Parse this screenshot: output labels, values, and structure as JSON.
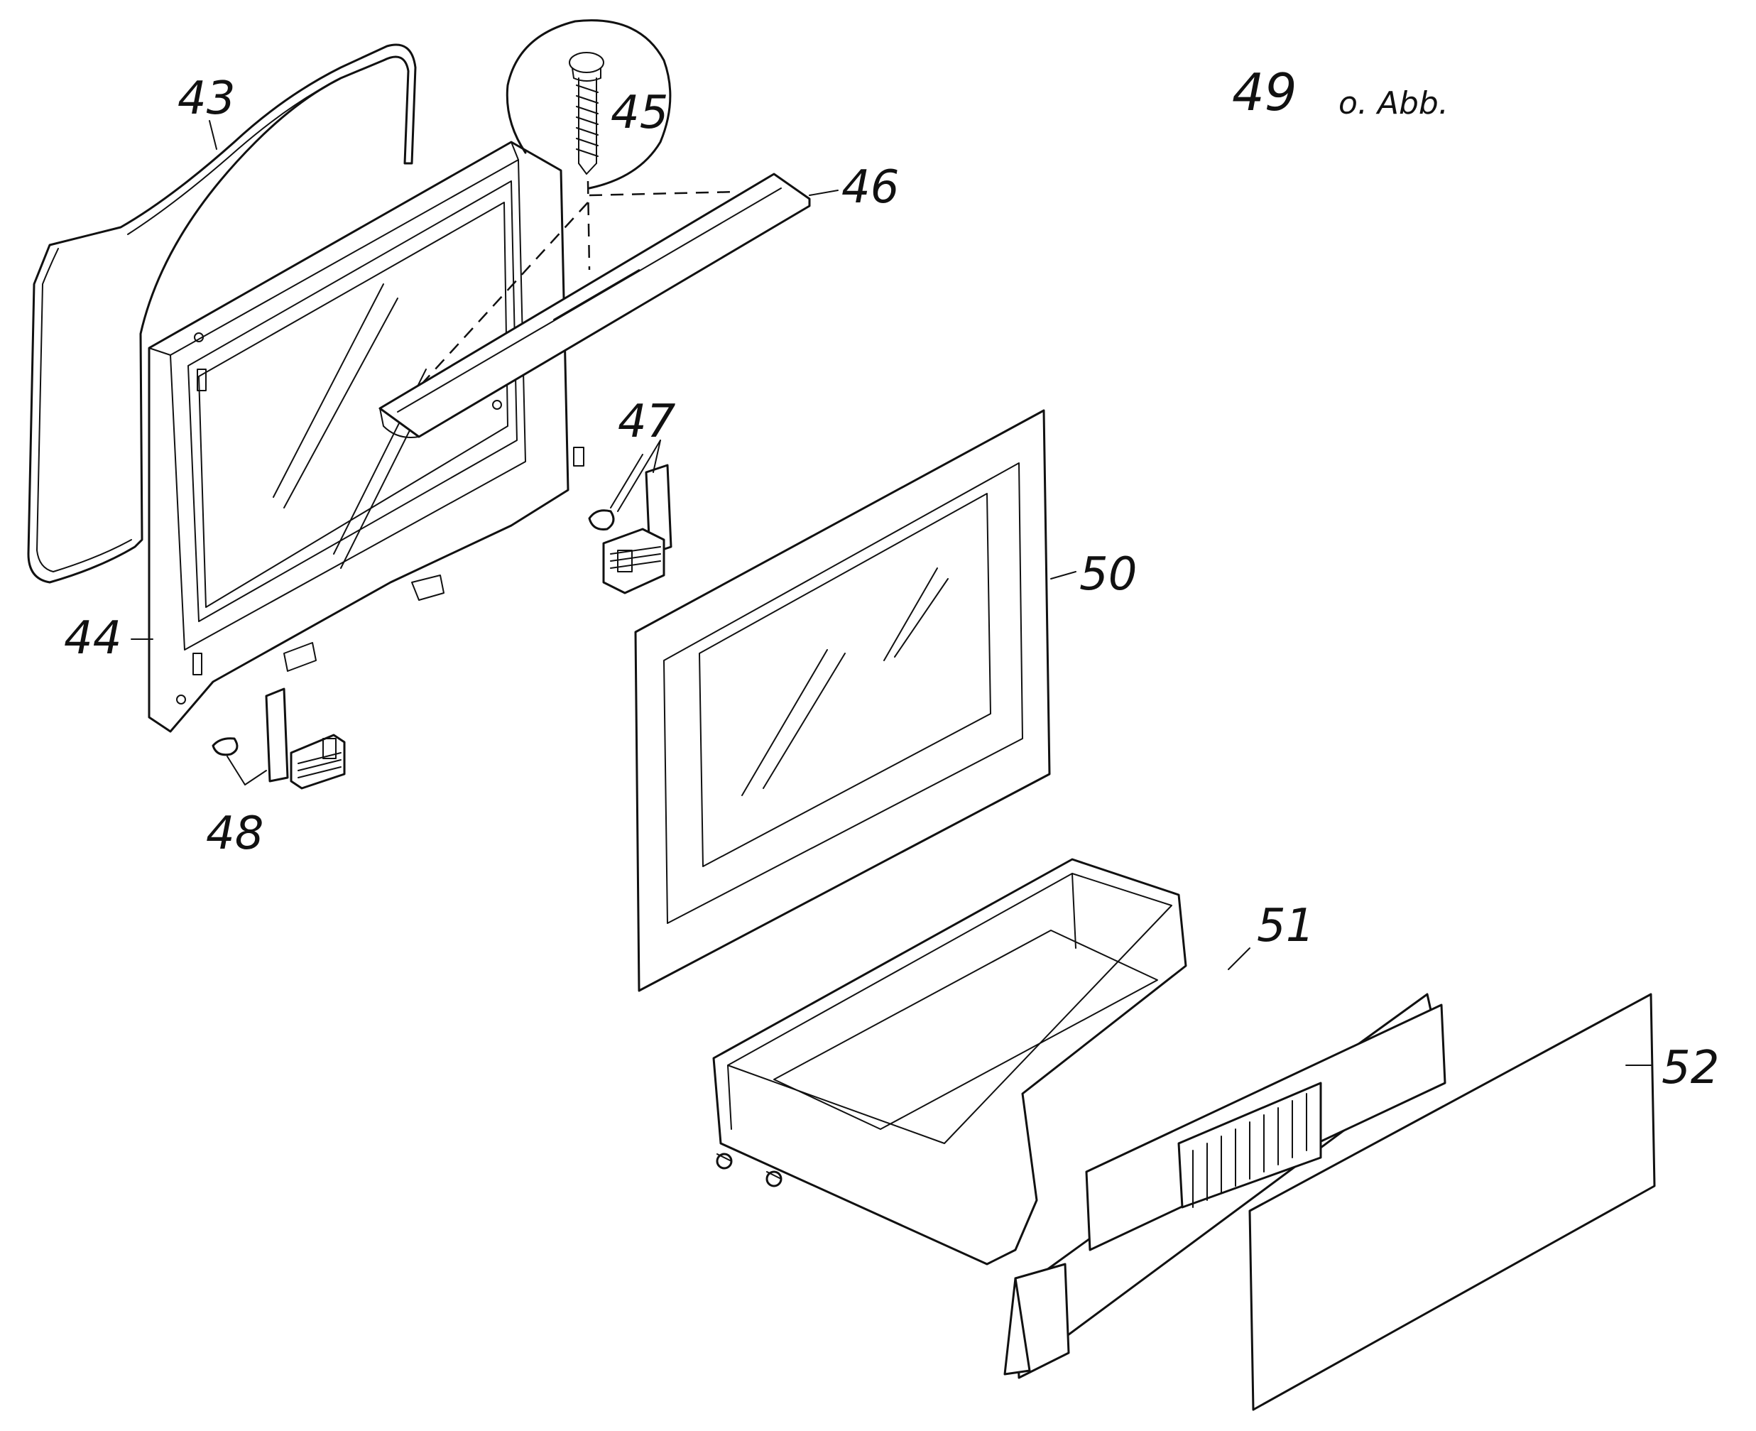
{
  "labels": {
    "p43": "43",
    "p44": "44",
    "p45": "45",
    "p46": "46",
    "p47": "47",
    "p48": "48",
    "p50": "50",
    "p51": "51",
    "p52": "52"
  },
  "note": {
    "number": "49",
    "text": "o. Abb."
  }
}
